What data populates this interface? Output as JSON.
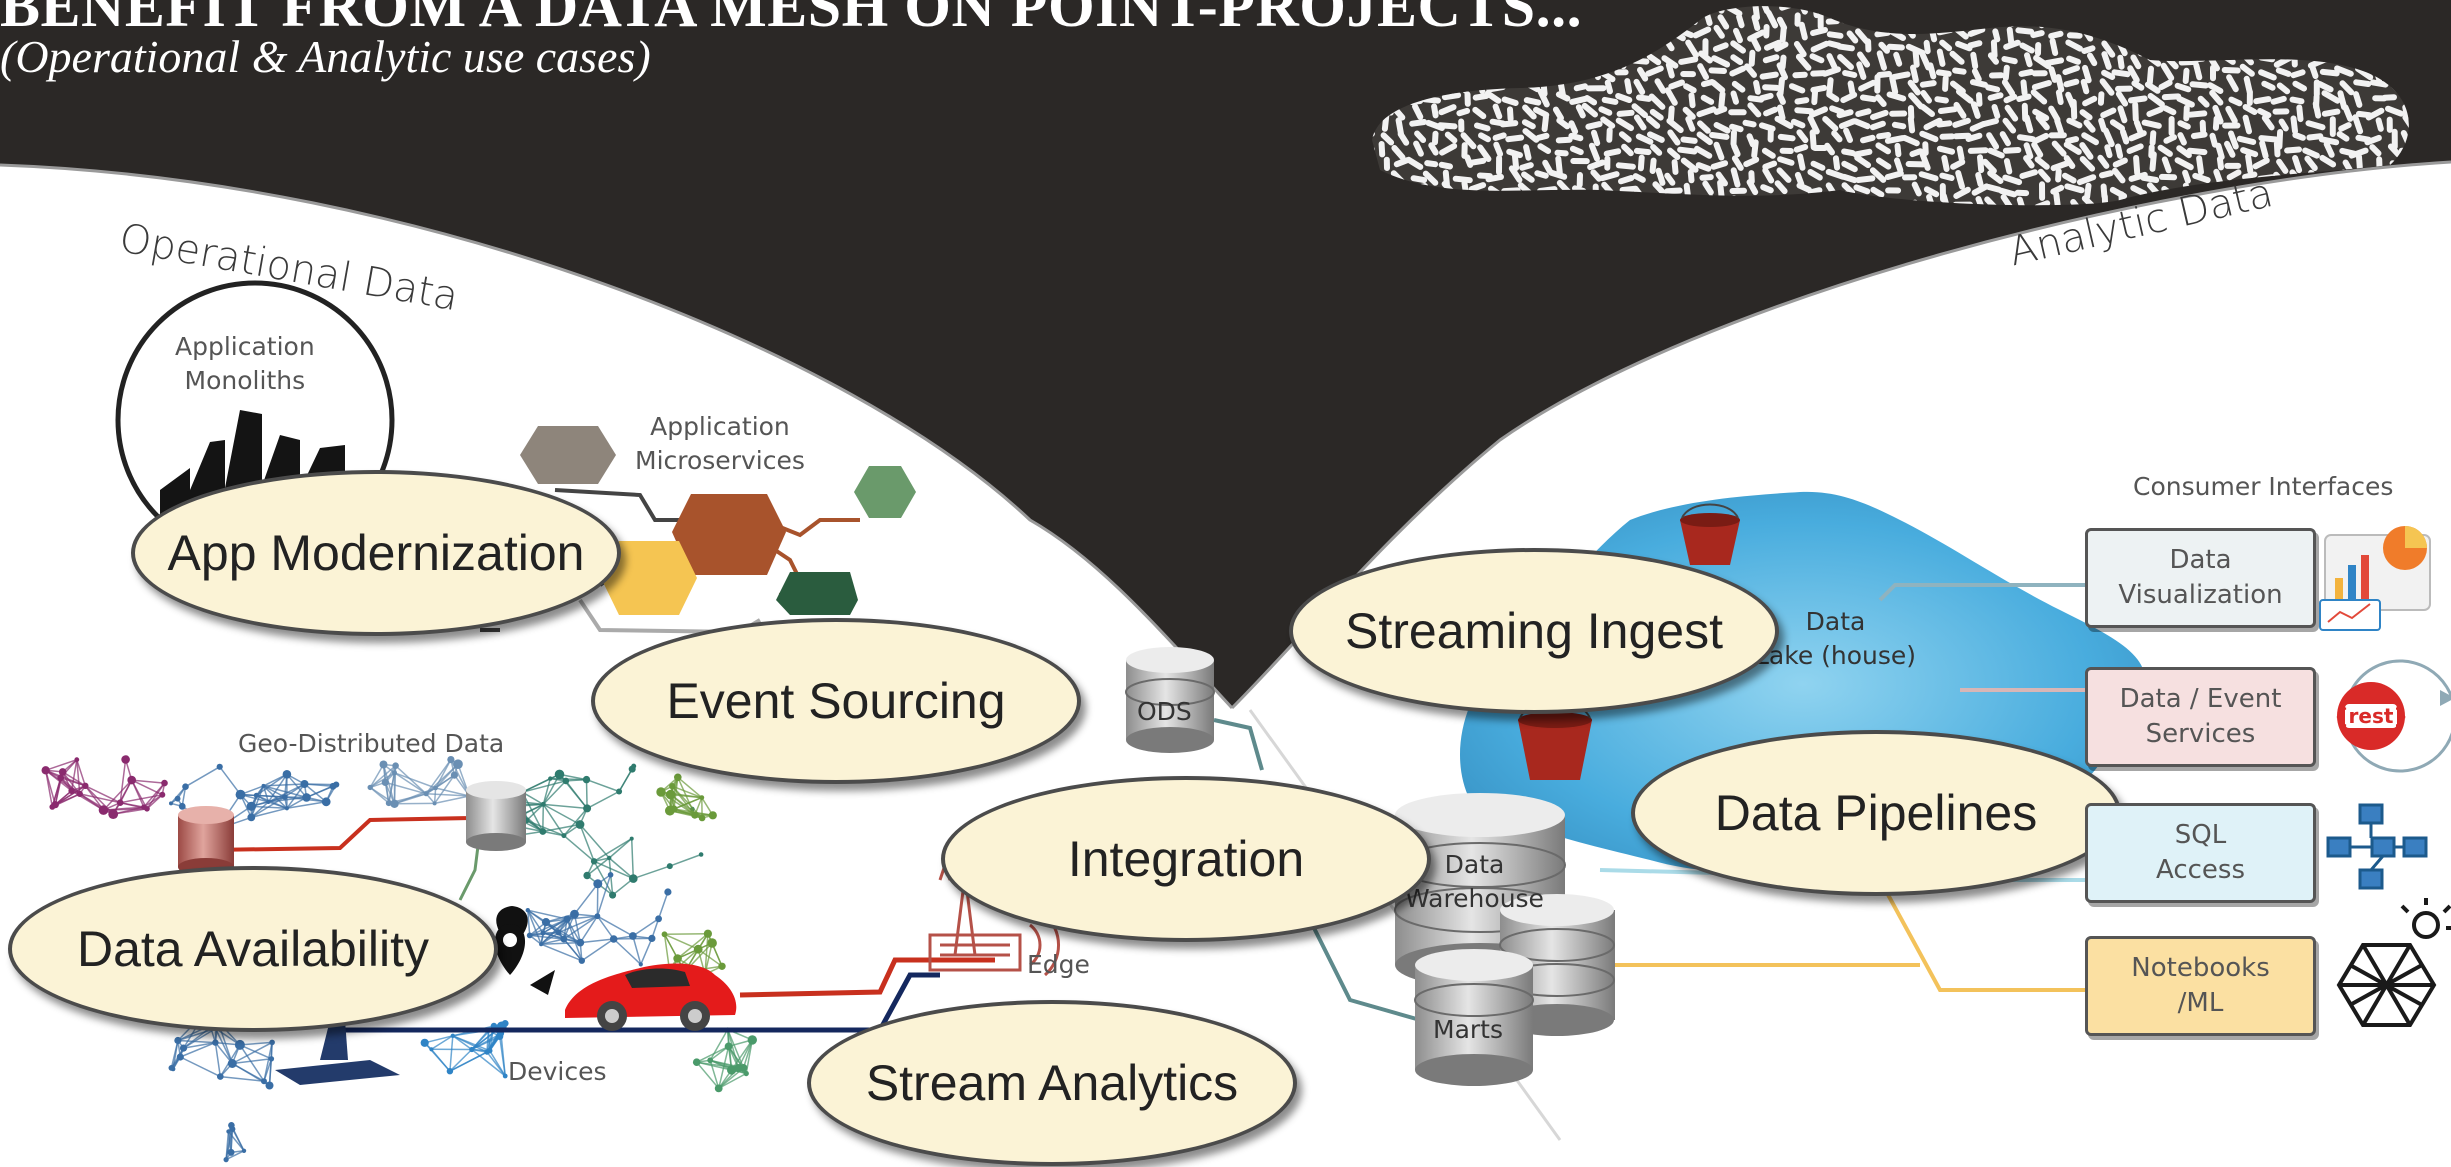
{
  "title": "BENEFIT FROM A DATA MESH ON POINT-PROJECTS...",
  "subtitle": "(Operational & Analytic use cases)",
  "regions": {
    "operational": "Operational Data",
    "analytic": "Analytic Data"
  },
  "labels": {
    "monoliths": "Application\nMonoliths",
    "microservices": "Application\nMicroservices",
    "geo": "Geo-Distributed Data",
    "devices": "Devices",
    "edge": "Edge",
    "ods": "ODS",
    "lake": "Data\nLake (house)",
    "warehouse": "Data\nWarehouse",
    "marts": "Marts",
    "consumer_title": "Consumer Interfaces"
  },
  "use_cases": {
    "app_modernization": "App Modernization",
    "event_sourcing": "Event Sourcing",
    "data_availability": "Data Availability",
    "integration": "Integration",
    "stream_analytics": "Stream Analytics",
    "streaming_ingest": "Streaming Ingest",
    "data_pipelines": "Data Pipelines"
  },
  "consumers": [
    {
      "label": "Data\nVisualization",
      "color": "#edf2f3"
    },
    {
      "label": "Data / Event\nServices",
      "color": "#f6e0e0"
    },
    {
      "label": "SQL\nAccess",
      "color": "#dff2f8"
    },
    {
      "label": "Notebooks\n/ML",
      "color": "#fbe0a2"
    }
  ],
  "icons": {
    "rest": "{rest}",
    "monolith": "factory-icon",
    "microservice": "hexagon-icon",
    "database": "database-icon",
    "bucket": "bucket-icon",
    "map_pin": "map-pin-icon",
    "car": "car-icon",
    "tower": "cell-tower-icon",
    "chart": "chart-icon",
    "flowchart": "flowchart-icon",
    "neural": "neural-network-icon"
  },
  "colors": {
    "dark": "#2b2826",
    "ellipse_fill": "#fbf3d6",
    "hex_gray": "#8e857b",
    "hex_rust": "#a8532c",
    "hex_green": "#6a9a6b",
    "hex_yellow": "#f5c552",
    "hex_darkgreen": "#2a5c3e",
    "line_red": "#c8301e",
    "line_navy": "#14285e",
    "line_teal": "#5e8a8c",
    "line_gold": "#f3c25b",
    "lake_blue": "#4fb7e3",
    "bucket_red": "#a8281e",
    "rest_red": "#d92a28"
  }
}
